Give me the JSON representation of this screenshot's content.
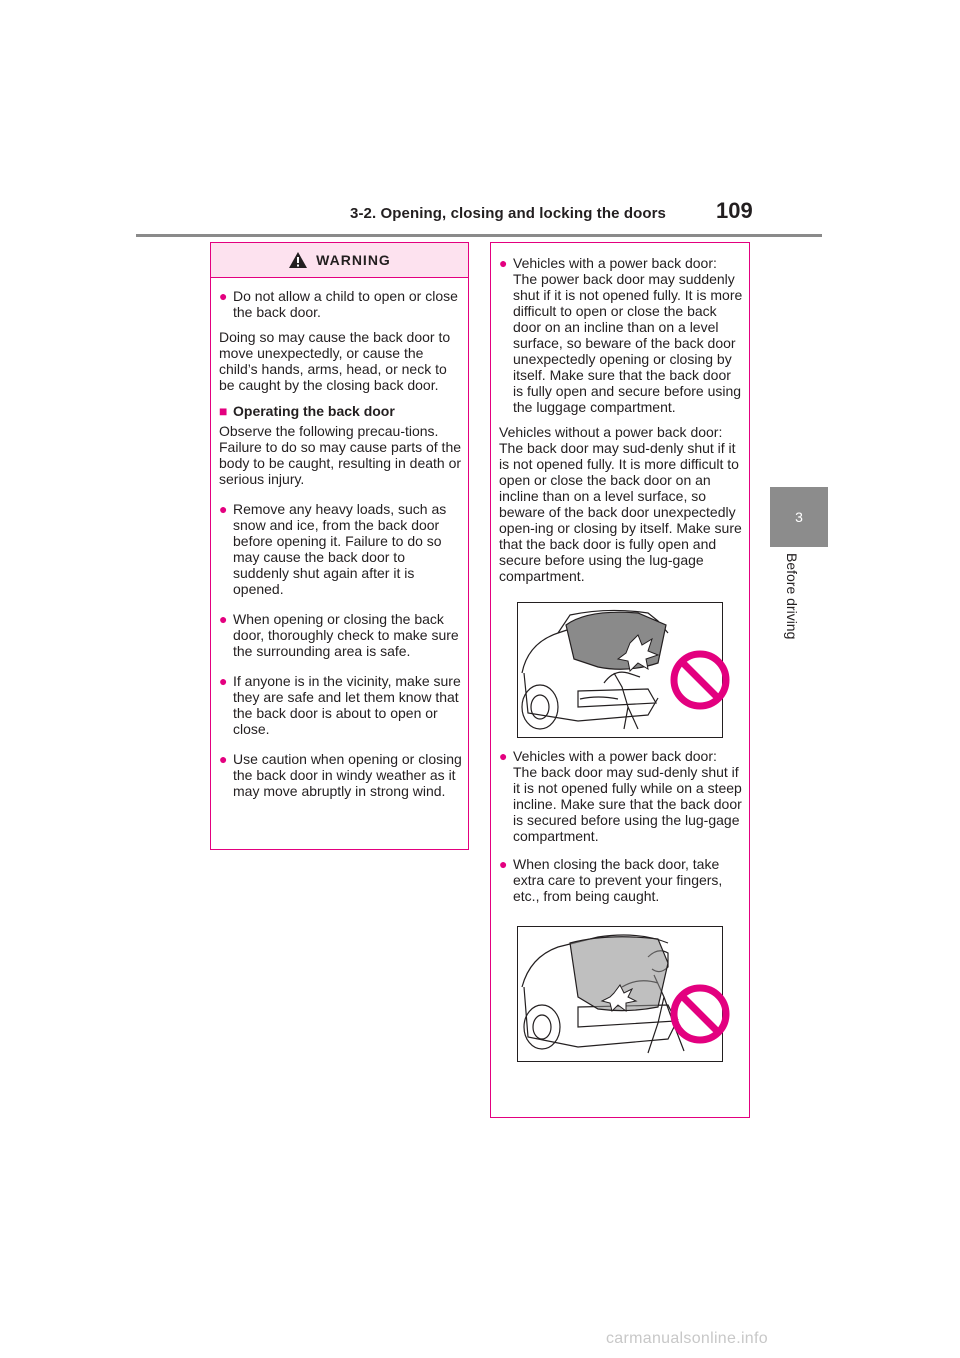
{
  "header": {
    "section_title": "3-2. Opening, closing and locking the doors",
    "page_number": "109"
  },
  "side_tab": {
    "chapter_number": "3",
    "chapter_label": "Before driving"
  },
  "warning": {
    "label": "WARNING",
    "left_column": [
      {
        "type": "bullet",
        "text": "Do not allow a child to open or close the back door."
      },
      {
        "type": "para",
        "text": "Doing so may cause the back door to move unexpectedly, or cause the child’s hands, arms, head, or neck to be caught by the closing back door."
      },
      {
        "type": "subhead",
        "text": "Operating the back door"
      },
      {
        "type": "para",
        "text": "Observe the following precau-tions. Failure to do so may cause parts of the body to be caught, resulting in death or serious injury."
      },
      {
        "type": "bullet",
        "text": "Remove any heavy loads, such as snow and ice, from the back door before opening it. Failure to do so may cause the back door to suddenly shut again after it is opened."
      },
      {
        "type": "bullet",
        "text": "When opening or closing the back door, thoroughly check to make sure the surrounding area is safe."
      },
      {
        "type": "bullet",
        "text": "If anyone is in the vicinity, make sure they are safe and let them know that the back door is about to open or close."
      },
      {
        "type": "bullet",
        "text": "Use caution when opening or closing the back door in windy weather as it may move abruptly in strong wind."
      }
    ],
    "right_column": {
      "bullet_1": "Vehicles with a power back door: The power back door may suddenly shut if it is not opened fully. It is more difficult to open or close the back door on an incline than on a level surface, so beware of the back door unexpectedly opening or closing by itself. Make sure that the back door is fully open and secure before using the luggage compartment.",
      "para_1": "Vehicles without a power back door: The back door may sud-denly shut if it is not opened fully. It is more difficult to open or close the back door on an incline than on a level surface, so beware of the back door unexpectedly open-ing or closing by itself. Make sure that the back door is fully open and secure before using the lug-gage compartment.",
      "bullet_2": "Vehicles with a power back door: The back door may sud-denly shut if it is not opened fully while on a steep incline. Make sure that the back door is secured before using the lug-gage compartment.",
      "bullet_3": "When closing the back door, take extra care to prevent your fingers, etc., from being caught."
    }
  },
  "icons": {
    "warning_triangle": "warning-triangle-icon",
    "prohibition": "prohibition-icon",
    "bullet": "bullet-dot-icon",
    "subhead": "square-marker-icon"
  },
  "colors": {
    "accent": "#e3007f",
    "header_fill": "#fde2ef",
    "tab_gray": "#8c8c8c"
  },
  "watermark": "carmanualsonline.info"
}
